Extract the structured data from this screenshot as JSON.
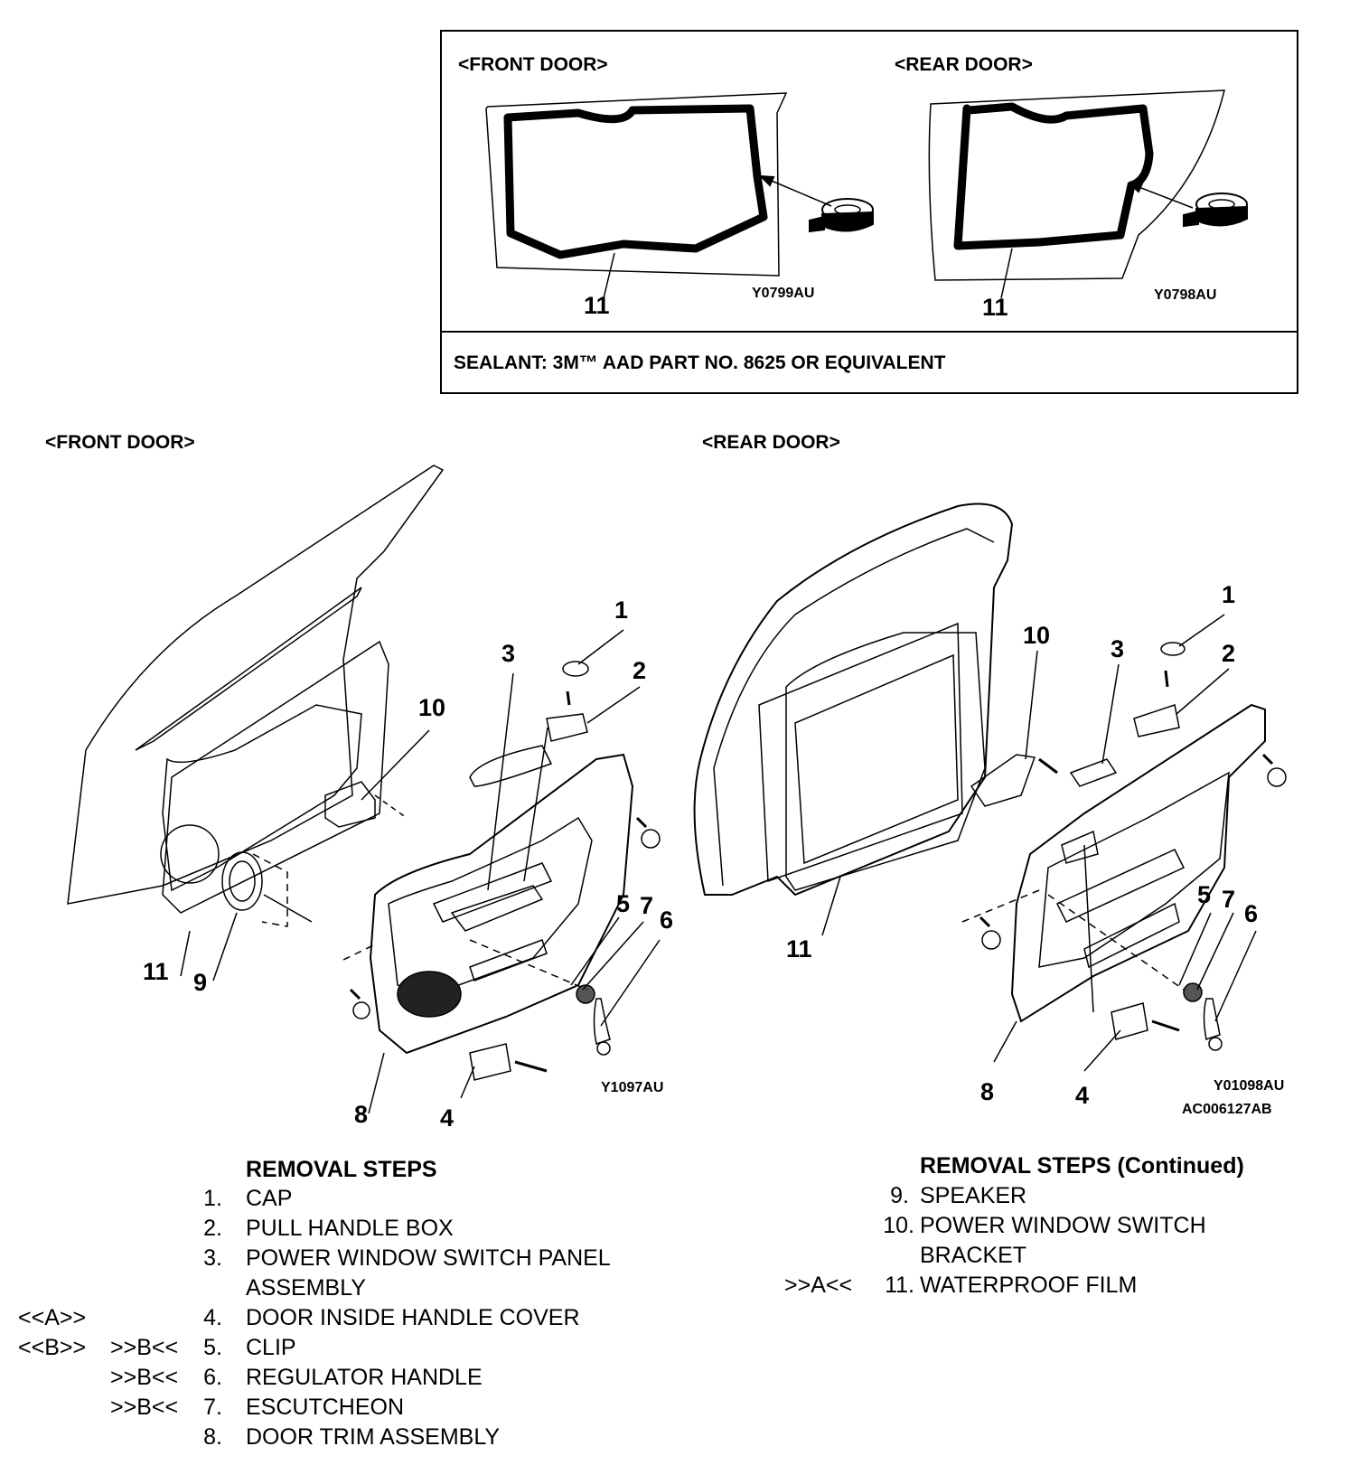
{
  "sealant_panel": {
    "front_title": "<FRONT DOOR>",
    "rear_title": "<REAR DOOR>",
    "front_callout": "11",
    "rear_callout": "11",
    "front_code": "Y0799AU",
    "rear_code": "Y0798AU",
    "sealant_note": "SEALANT: 3M™ AAD PART NO. 8625 OR EQUIVALENT"
  },
  "front_door": {
    "title": "<FRONT DOOR>",
    "code": "Y1097AU",
    "callouts": [
      "1",
      "2",
      "3",
      "4",
      "5",
      "6",
      "7",
      "8",
      "9",
      "10",
      "11"
    ]
  },
  "rear_door": {
    "title": "<REAR DOOR>",
    "code": "Y01098AU",
    "figure_code": "AC006127AB",
    "callouts": [
      "1",
      "2",
      "3",
      "4",
      "5",
      "6",
      "7",
      "8",
      "10",
      "11"
    ]
  },
  "removal_steps": {
    "title": "REMOVAL STEPS",
    "title_continued": "REMOVAL STEPS (Continued)",
    "steps": [
      {
        "num": "1.",
        "label": "CAP",
        "ref_a": "",
        "ref_b": ""
      },
      {
        "num": "2.",
        "label": "PULL HANDLE BOX",
        "ref_a": "",
        "ref_b": ""
      },
      {
        "num": "3.",
        "label": "POWER WINDOW SWITCH PANEL",
        "label2": "ASSEMBLY",
        "ref_a": "",
        "ref_b": ""
      },
      {
        "num": "4.",
        "label": "DOOR INSIDE HANDLE COVER",
        "ref_a": "<<A>>",
        "ref_b": ""
      },
      {
        "num": "5.",
        "label": "CLIP",
        "ref_a": "<<B>>",
        "ref_b": ">>B<<"
      },
      {
        "num": "6.",
        "label": "REGULATOR HANDLE",
        "ref_a": "",
        "ref_b": ">>B<<"
      },
      {
        "num": "7.",
        "label": "ESCUTCHEON",
        "ref_a": "",
        "ref_b": ">>B<<"
      },
      {
        "num": "8.",
        "label": "DOOR TRIM ASSEMBLY",
        "ref_a": "",
        "ref_b": ""
      }
    ],
    "steps_continued": [
      {
        "num": "9.",
        "label": "SPEAKER",
        "ref": ""
      },
      {
        "num": "10.",
        "label": "POWER WINDOW SWITCH",
        "label2": "BRACKET",
        "ref": ""
      },
      {
        "num": "11.",
        "label": "WATERPROOF FILM",
        "ref": ">>A<<"
      }
    ]
  }
}
